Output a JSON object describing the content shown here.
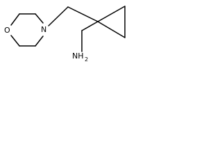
{
  "atoms": {
    "oxygen": "O",
    "nitrogen": "N",
    "amine_base": "NH",
    "amine_subscript": "2"
  },
  "colors": {
    "bond": "#000000",
    "label": "#000000",
    "background": "#ffffff"
  }
}
